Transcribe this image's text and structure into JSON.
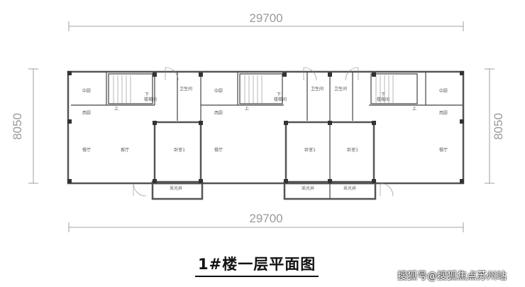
{
  "dimensions": {
    "top": "29700",
    "bottom": "29700",
    "left": "8050",
    "right": "8050"
  },
  "rooms": [
    "中厨",
    "西厨",
    "餐厅",
    "客厅",
    "楼梯间",
    "卫生间",
    "卧室1",
    "采光井",
    "中厨",
    "西厨",
    "餐厅",
    "楼梯间",
    "卫生间",
    "卫生间",
    "卧室1",
    "卧室1",
    "采光井",
    "采光井",
    "楼梯间",
    "中厨",
    "西厨",
    "餐厅",
    "上",
    "上",
    "上",
    "下",
    "下",
    "下"
  ],
  "title": "1#楼一层平面图",
  "watermark": "搜狐号@搜狐焦点苏州站"
}
